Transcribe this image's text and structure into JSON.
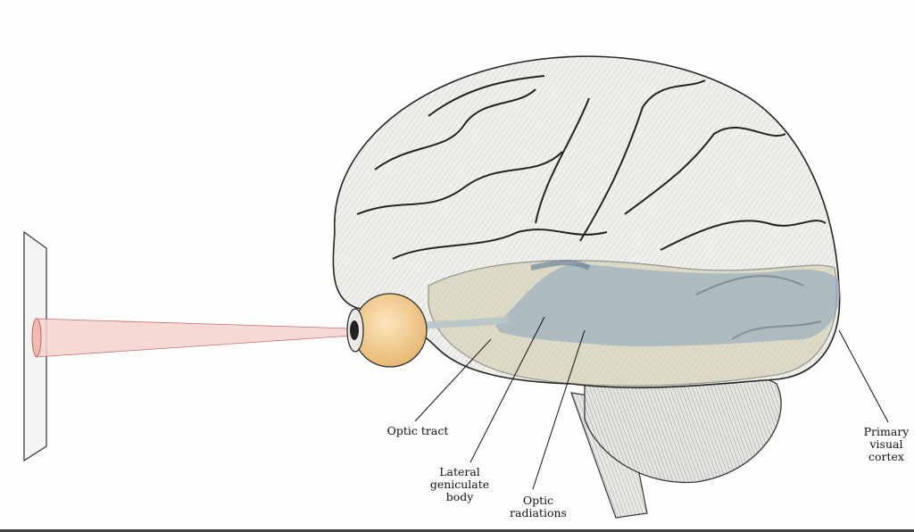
{
  "labels": {
    "optic_tract": "Optic tract",
    "lgb_1": "Lateral",
    "lgb_2": "geniculate",
    "lgb_3": "body",
    "radiations_1": "Optic",
    "radiations_2": "radiations",
    "cortex_1": "Primary",
    "cortex_2": "visual",
    "cortex_3": "cortex"
  },
  "colors": {
    "brain": "#efefec",
    "pathway": "#8fa6bf",
    "cortex_tint": "#c9c39a",
    "eye": "#f3d9a6",
    "light_cone": "#f2c9c4"
  }
}
